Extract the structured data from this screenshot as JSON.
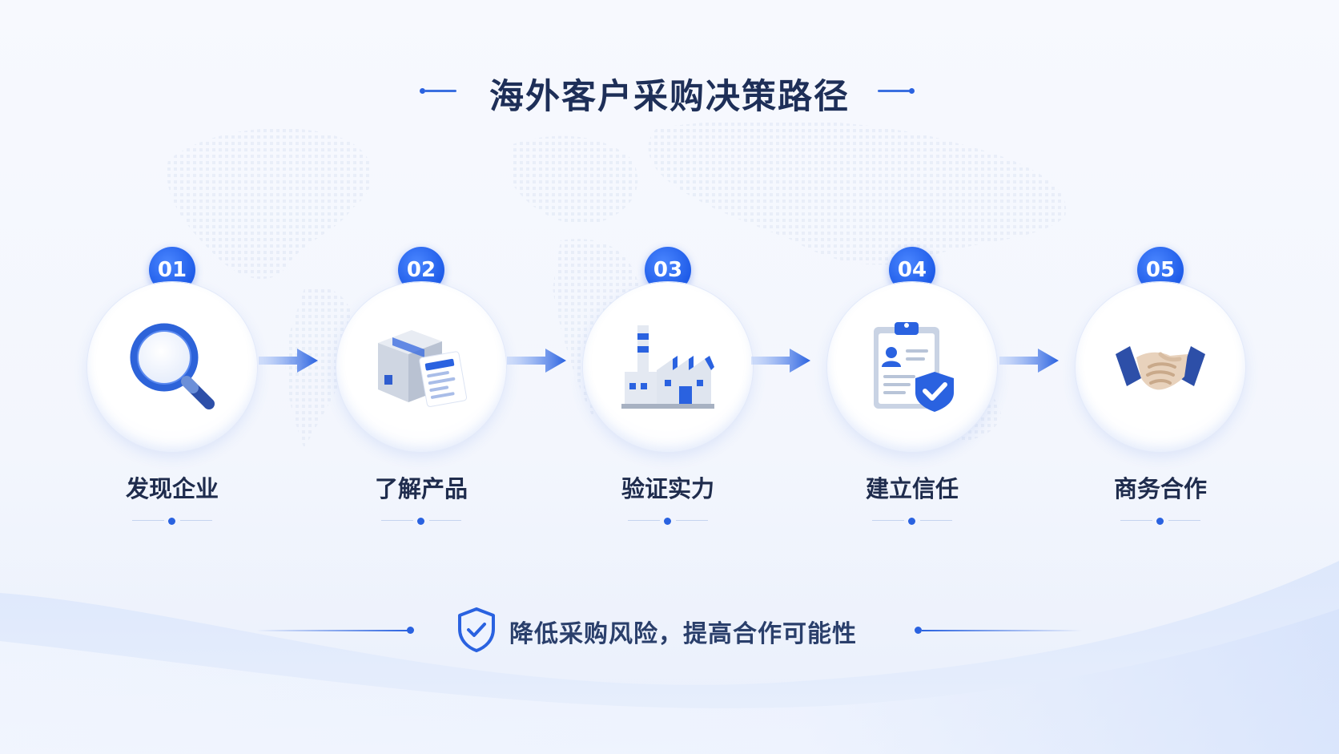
{
  "title": "海外客户采购决策路径",
  "steps": [
    {
      "number": "01",
      "label": "发现企业",
      "icon": "magnifier-icon"
    },
    {
      "number": "02",
      "label": "了解产品",
      "icon": "product-box-document-icon"
    },
    {
      "number": "03",
      "label": "验证实力",
      "icon": "factory-icon"
    },
    {
      "number": "04",
      "label": "建立信任",
      "icon": "clipboard-shield-icon"
    },
    {
      "number": "05",
      "label": "商务合作",
      "icon": "handshake-icon"
    }
  ],
  "footer": {
    "text": "降低采购风险，提高合作可能性",
    "icon": "shield-check-icon"
  },
  "colors": {
    "accent": "#2a62e0",
    "title": "#1e2f58",
    "text": "#1f2c4d"
  }
}
